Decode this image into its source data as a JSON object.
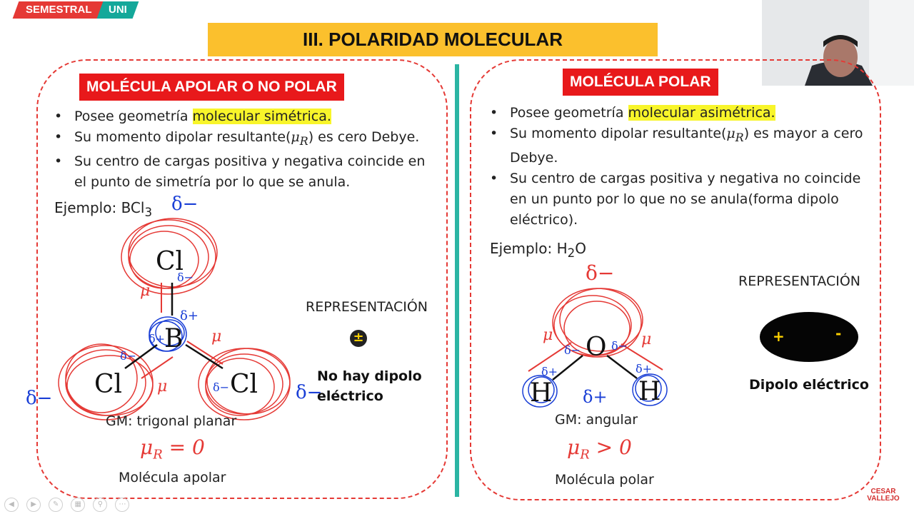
{
  "header": {
    "tag1": "SEMESTRAL",
    "tag2": "UNI"
  },
  "title": "III. POLARIDAD MOLECULAR",
  "left": {
    "label": "MOLÉCULA APOLAR O NO POLAR",
    "b1_pre": "Posee geometría ",
    "b1_hl": "molecular simétrica.",
    "b2_pre": "Su momento dipolar resultante(",
    "b2_mu": "μ",
    "b2_sub": "R",
    "b2_post": ") es cero Debye.",
    "b3": "Su centro de cargas positiva y negativa coincide en el punto de simetría por lo que se anula.",
    "example": "Ejemplo: BCl",
    "example_sub": "3",
    "representation": "REPRESENTACIÓN",
    "dipole_sign": "±",
    "dipole_text_1": "No hay dipolo",
    "dipole_text_2": "eléctrico",
    "gm": "GM: trigonal planar",
    "formula": "μR = 0",
    "molecule_type": "Molécula apolar",
    "atoms": {
      "center": "B",
      "ligand": "Cl"
    }
  },
  "right": {
    "label": "MOLÉCULA POLAR",
    "b1_pre": "Posee geometría ",
    "b1_hl": "molecular asimétrica.",
    "b2_pre": "Su momento dipolar resultante(",
    "b2_mu": "μ",
    "b2_sub": "R",
    "b2_post": ") es mayor a cero Debye.",
    "b3": "Su centro de cargas positiva y negativa no coincide en un punto por lo que no se anula(forma dipolo eléctrico).",
    "example": "Ejemplo: H",
    "example_sub": "2",
    "example_post": "O",
    "representation": "REPRESENTACIÓN",
    "plus": "+",
    "minus": "-",
    "dipole_text": "Dipolo eléctrico",
    "gm": "GM: angular",
    "formula": "μR > 0",
    "molecule_type": "Molécula polar",
    "atoms": {
      "center": "O",
      "ligand": "H"
    }
  },
  "annotations": {
    "delta_minus": "δ−",
    "delta_plus": "δ+",
    "mu": "μ"
  },
  "colors": {
    "red": "#e53935",
    "teal": "#2bb5a3",
    "yellow": "#fbc02d",
    "highlight": "#f8f52a",
    "blue": "#1a3fd6"
  },
  "logo": "CESAR VALLEJO"
}
